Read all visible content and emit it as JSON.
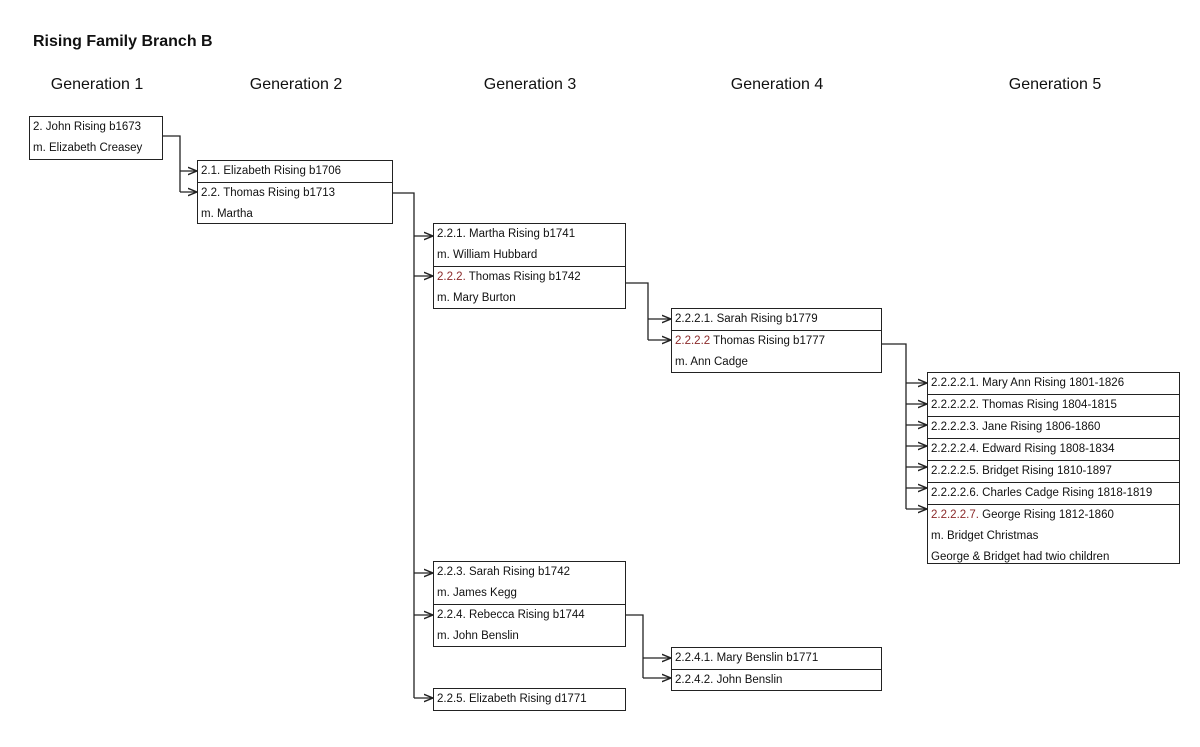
{
  "title": "Rising Family Branch B",
  "generations": [
    "Generation 1",
    "Generation 2",
    "Generation 3",
    "Generation 4",
    "Generation 5"
  ],
  "people": {
    "g1_john": {
      "id": "2.",
      "name": "John Rising b1673",
      "spouse": "m. Elizabeth Creasey"
    },
    "g2_elizabeth": {
      "id": "2.1.",
      "name": "Elizabeth Rising b1706"
    },
    "g2_thomas": {
      "id": "2.2.",
      "name": "Thomas Rising b1713",
      "spouse": "m. Martha"
    },
    "g3_martha": {
      "id": "2.2.1.",
      "name": "Martha Rising b1741",
      "spouse": "m. William Hubbard"
    },
    "g3_thomas": {
      "id": "2.2.2.",
      "name": "Thomas Rising b1742",
      "spouse": "m. Mary Burton"
    },
    "g3_sarah": {
      "id": "2.2.3.",
      "name": "Sarah Rising b1742",
      "spouse": "m. James Kegg"
    },
    "g3_rebecca": {
      "id": "2.2.4.",
      "name": "Rebecca Rising b1744",
      "spouse": "m. John Benslin"
    },
    "g3_elizabeth": {
      "id": "2.2.5.",
      "name": "Elizabeth Rising d1771"
    },
    "g4_sarah": {
      "id": "2.2.2.1.",
      "name": "Sarah Rising b1779"
    },
    "g4_thomas": {
      "id": "2.2.2.2",
      "name": "Thomas Rising b1777",
      "spouse": "m. Ann Cadge"
    },
    "g4_mary": {
      "id": "2.2.4.1.",
      "name": "Mary Benslin b1771"
    },
    "g4_john": {
      "id": "2.2.4.2.",
      "name": "John Benslin"
    },
    "g5_maryann": {
      "id": "2.2.2.2.1.",
      "name": "Mary Ann Rising 1801-1826"
    },
    "g5_thomas": {
      "id": "2.2.2.2.2.",
      "name": "Thomas Rising 1804-1815"
    },
    "g5_jane": {
      "id": "2.2.2.2.3.",
      "name": "Jane Rising 1806-1860"
    },
    "g5_edward": {
      "id": "2.2.2.2.4.",
      "name": "Edward Rising 1808-1834"
    },
    "g5_bridget": {
      "id": "2.2.2.2.5.",
      "name": "Bridget Rising 1810-1897"
    },
    "g5_charles": {
      "id": "2.2.2.2.6.",
      "name": "Charles Cadge Rising 1818-1819"
    },
    "g5_george": {
      "id": "2.2.2.2.7.",
      "name": "George Rising 1812-1860",
      "spouse": "m. Bridget Christmas",
      "note": "George & Bridget had twio children"
    }
  },
  "colors": {
    "highlight_id": "#8b2a2a",
    "line": "#222222"
  }
}
